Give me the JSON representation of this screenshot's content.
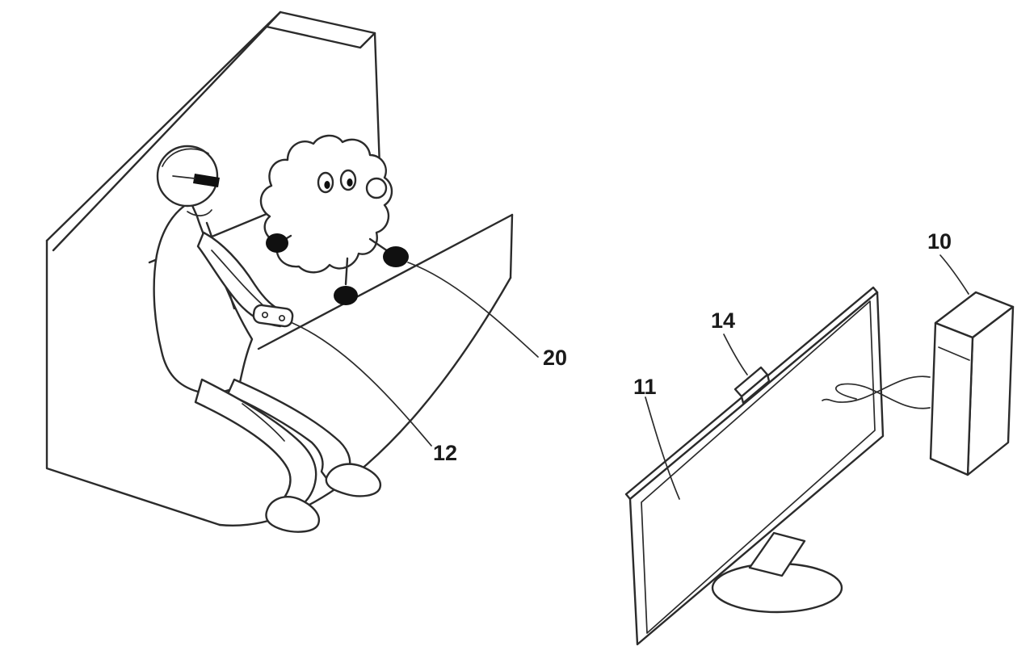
{
  "figure": {
    "kind": "patent-line-drawing",
    "scene": "Person seated on a sofa holding a game controller beside a fluffy companion robot, facing a television with a camera unit on top connected by cables to a game console",
    "labels": {
      "console": "10",
      "tv": "11",
      "controller": "12",
      "camera": "14",
      "robot": "20"
    },
    "colors": {
      "background": "#ffffff",
      "line": "#2b2b2b",
      "label_text": "#1a1a1a",
      "solid_fill": "#101010"
    }
  }
}
